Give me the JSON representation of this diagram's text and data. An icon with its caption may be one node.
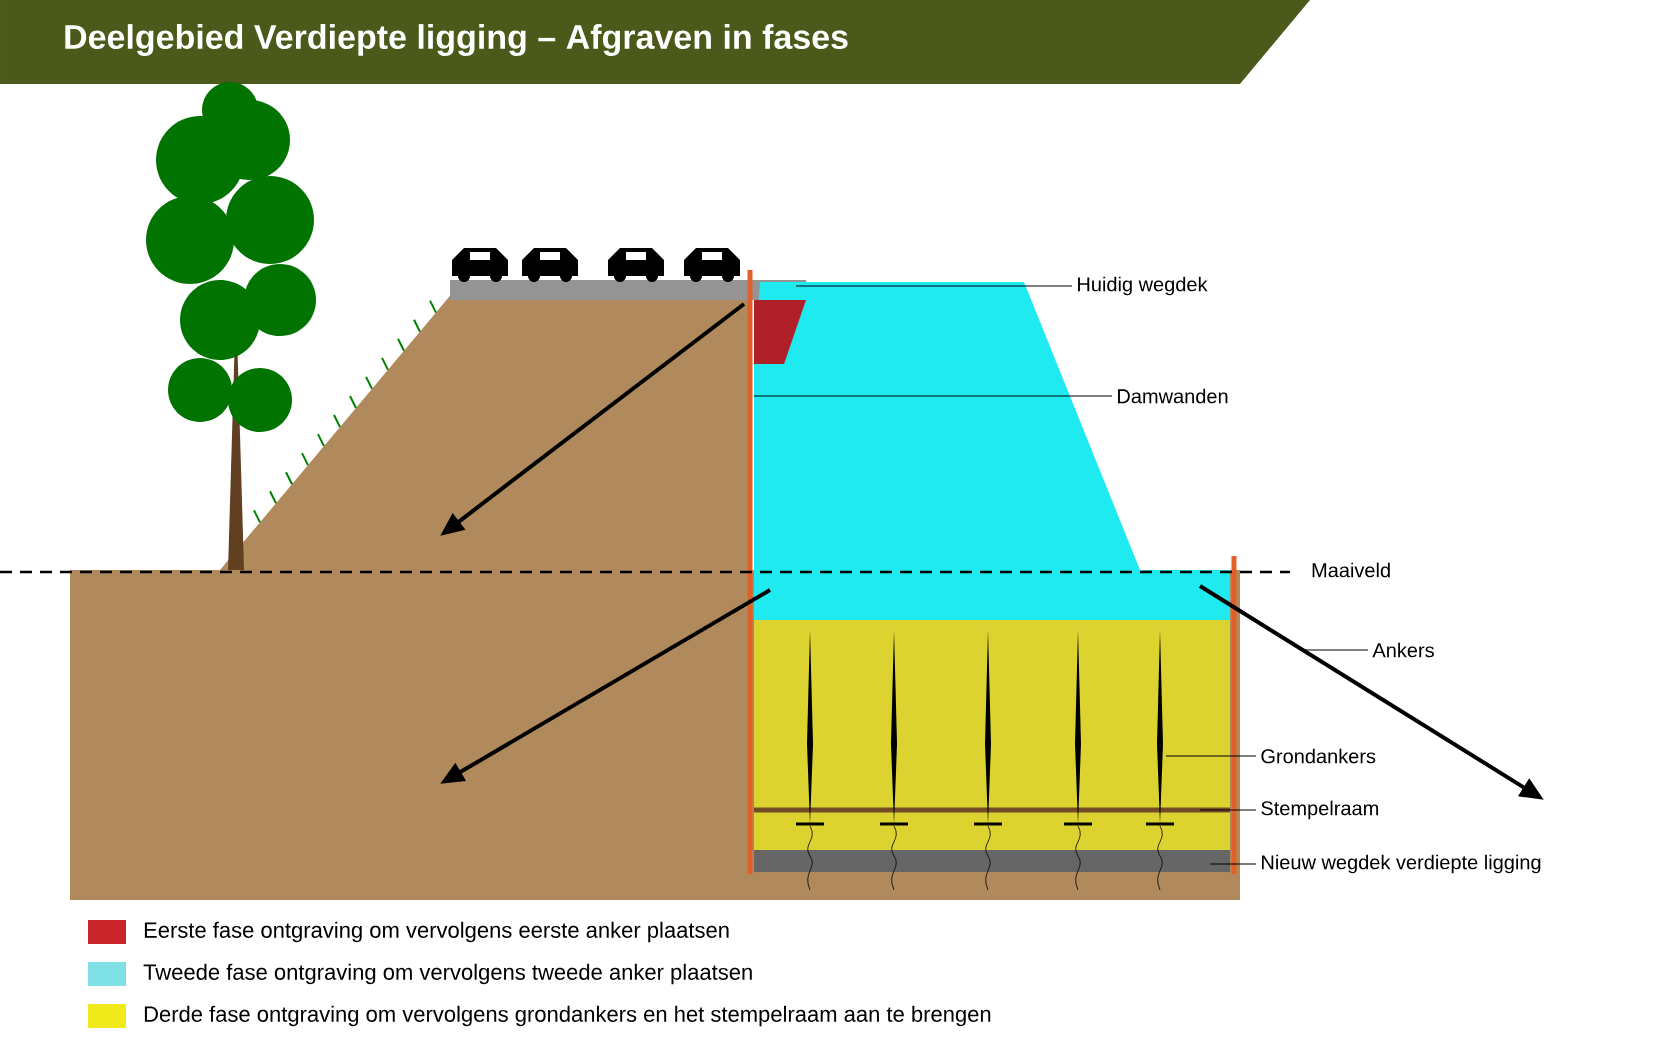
{
  "diagram": {
    "title": "Deelgebied Verdiepte ligging – Afgraven in fases",
    "nodes": [
      {
        "text": [
          "Huidig wegdek"
        ]
      },
      {
        "text": [
          "Damwanden"
        ]
      },
      {
        "text": [
          "Ankers"
        ]
      },
      {
        "text": [
          "Grondankers"
        ]
      },
      {
        "text": [
          "Stempelraam"
        ]
      },
      {
        "text": [
          "Nieuw wegdek verdiepte ligging"
        ]
      }
    ],
    "edges": [
      {
        "from": 0,
        "to": null,
        "arrow": "none"
      },
      {
        "from": 1,
        "to": null,
        "arrow": "none"
      },
      {
        "from": 2,
        "to": null,
        "arrow": "none"
      },
      {
        "from": 3,
        "to": null,
        "arrow": "none"
      },
      {
        "from": 4,
        "to": null,
        "arrow": "none"
      },
      {
        "from": 5,
        "to": null,
        "arrow": "none"
      }
    ],
    "labels": [
      "Maaiveld"
    ],
    "legend": [
      {
        "text": "Eerste fase ontgraving om vervolgens eerste anker plaatsen",
        "color": "#c8252b"
      },
      {
        "text": "Tweede fase ontgraving om vervolgens tweede anker plaatsen",
        "color": "#7fe0e6"
      },
      {
        "text": "Derde fase ontgraving om vervolgens grondankers en het stempelraam aan te brengen",
        "color": "#f0ea1a"
      }
    ]
  }
}
